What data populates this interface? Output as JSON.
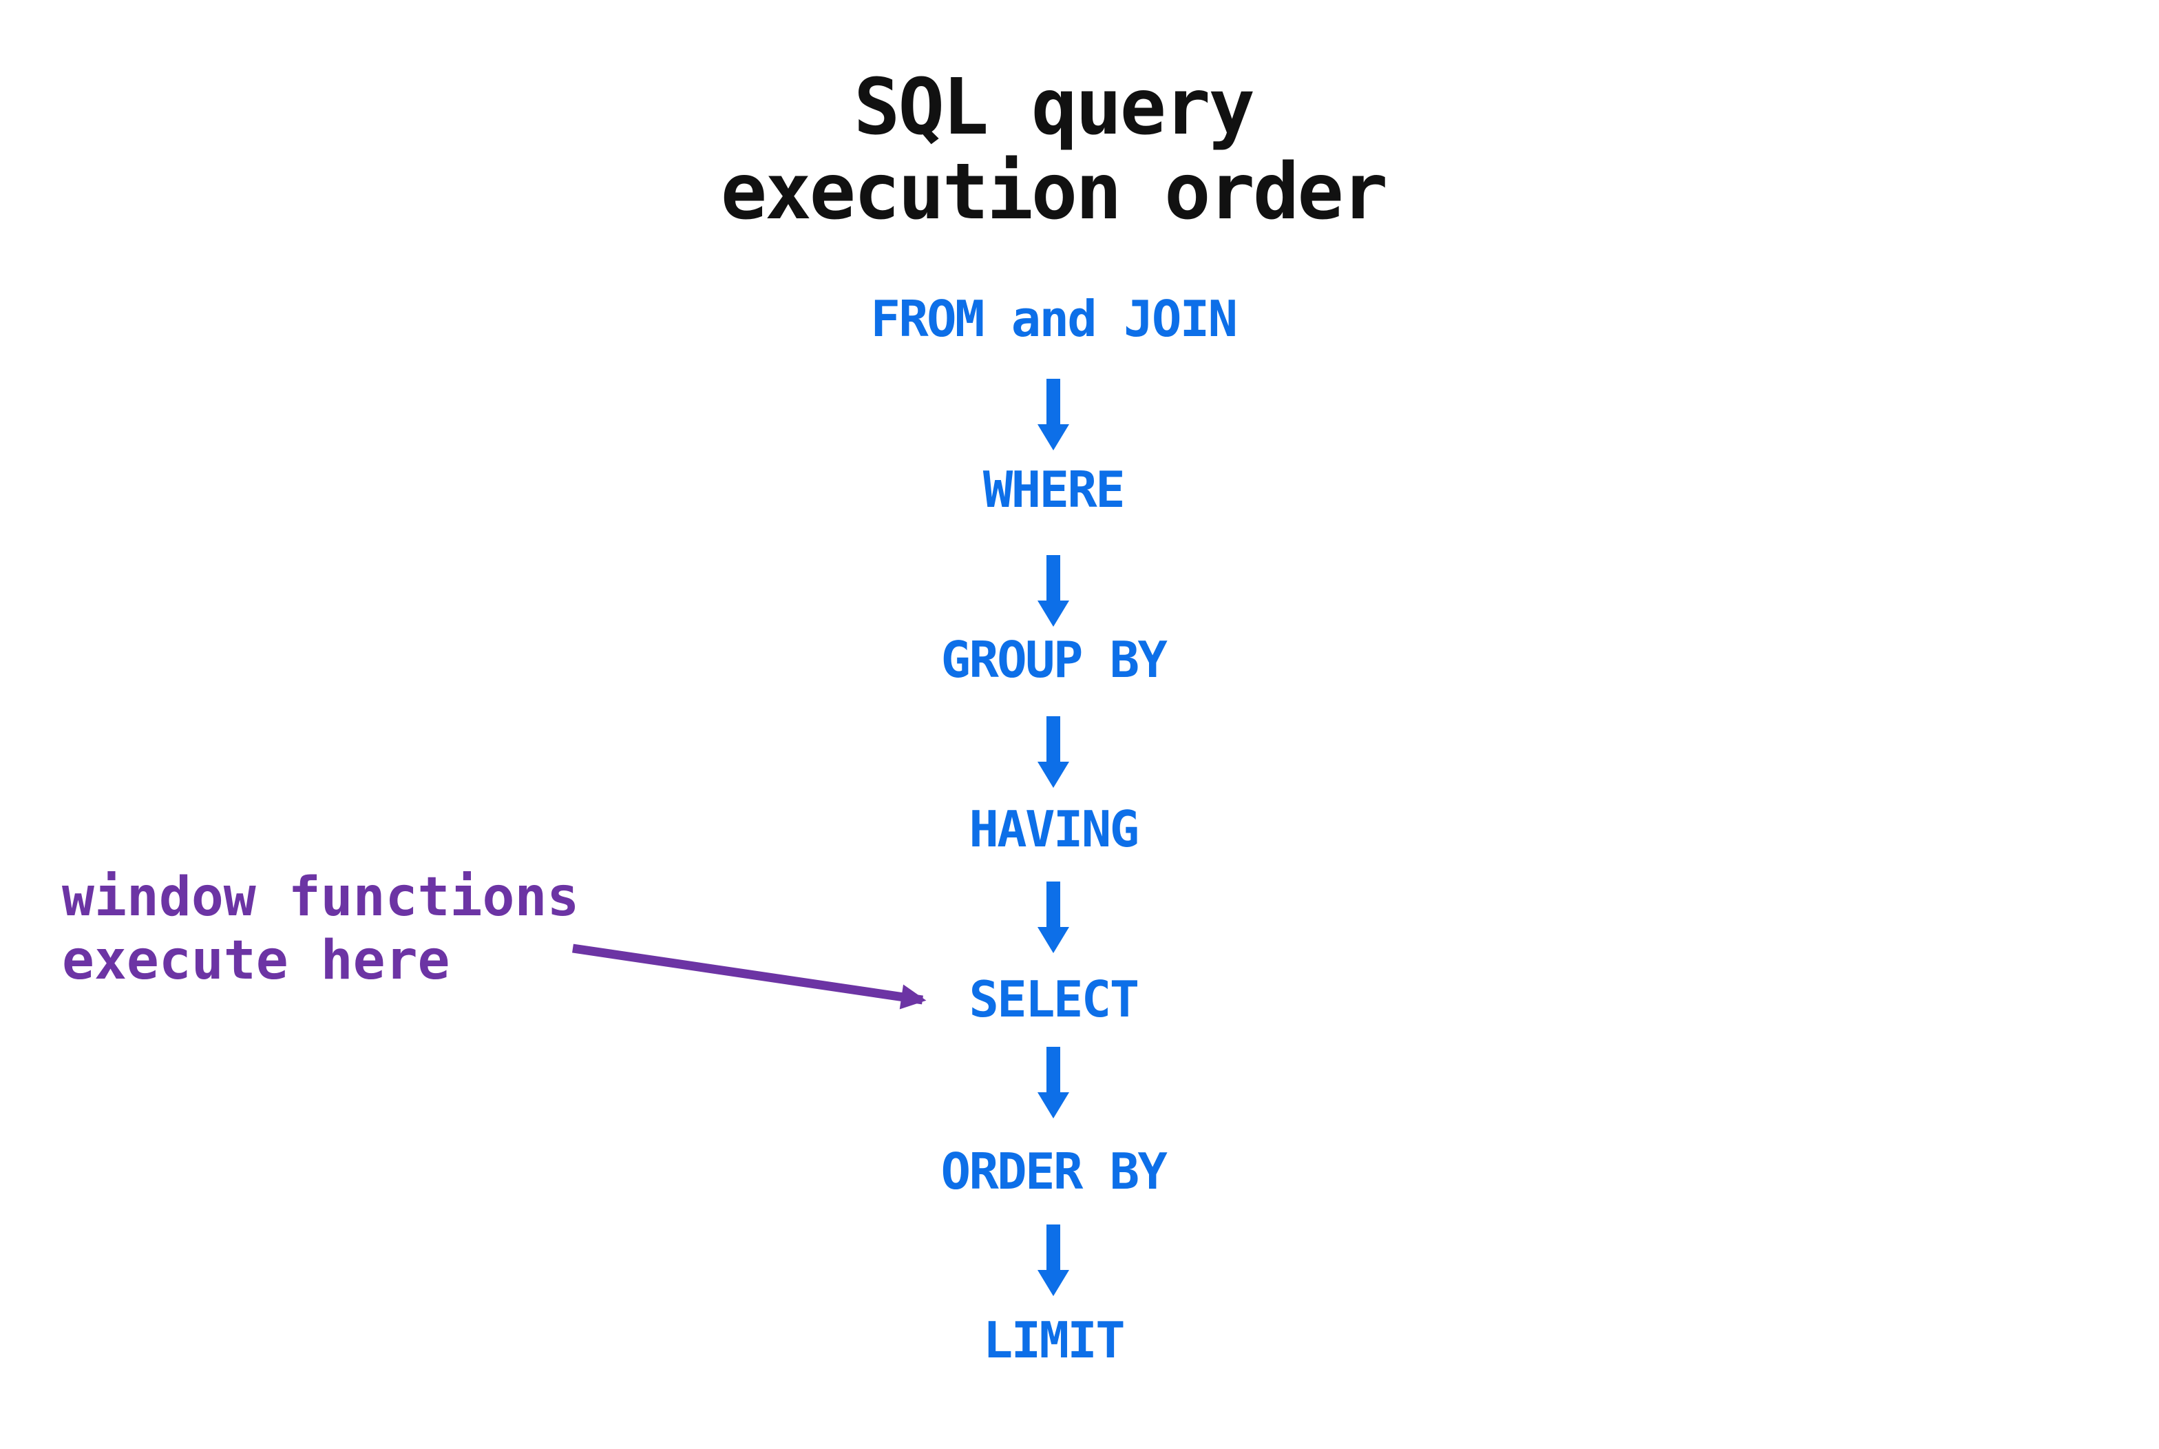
{
  "title": {
    "line1": "SQL query",
    "line2": "execution order"
  },
  "flow": {
    "steps": [
      {
        "label": "FROM and JOIN"
      },
      {
        "label": "WHERE"
      },
      {
        "label": "GROUP BY"
      },
      {
        "label": "HAVING"
      },
      {
        "label": "SELECT"
      },
      {
        "label": "ORDER BY"
      },
      {
        "label": "LIMIT"
      }
    ]
  },
  "annotation": {
    "line1": "window functions",
    "line2": "execute here",
    "points_to": "SELECT"
  },
  "colors": {
    "step_text": "#0d6fe8",
    "arrow": "#0d6fe8",
    "annotation": "#6c34a4",
    "title": "#111111",
    "background": "#ffffff"
  }
}
